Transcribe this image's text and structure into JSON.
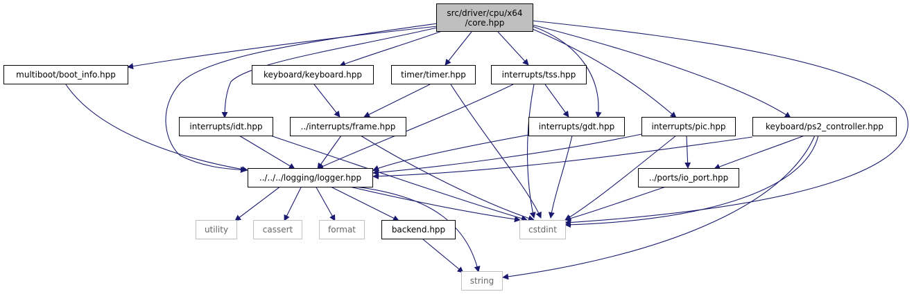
{
  "colors": {
    "edge": "#191970",
    "root_fill": "#bfbfbf",
    "sys_border": "#bfbfbf",
    "sys_text": "#666666"
  },
  "root": {
    "line1": "src/driver/cpu/x64",
    "line2": "/core.hpp"
  },
  "nodes": {
    "multiboot": "multiboot/boot_info.hpp",
    "keyboard": "keyboard/keyboard.hpp",
    "timer": "timer/timer.hpp",
    "tss": "interrupts/tss.hpp",
    "idt": "interrupts/idt.hpp",
    "frame": "../interrupts/frame.hpp",
    "gdt": "interrupts/gdt.hpp",
    "pic": "interrupts/pic.hpp",
    "ps2": "keyboard/ps2_controller.hpp",
    "logger": "../../../logging/logger.hpp",
    "io_port": "../ports/io_port.hpp",
    "utility": "utility",
    "cassert": "cassert",
    "format": "format",
    "backend": "backend.hpp",
    "cstdint": "cstdint",
    "string": "string"
  }
}
